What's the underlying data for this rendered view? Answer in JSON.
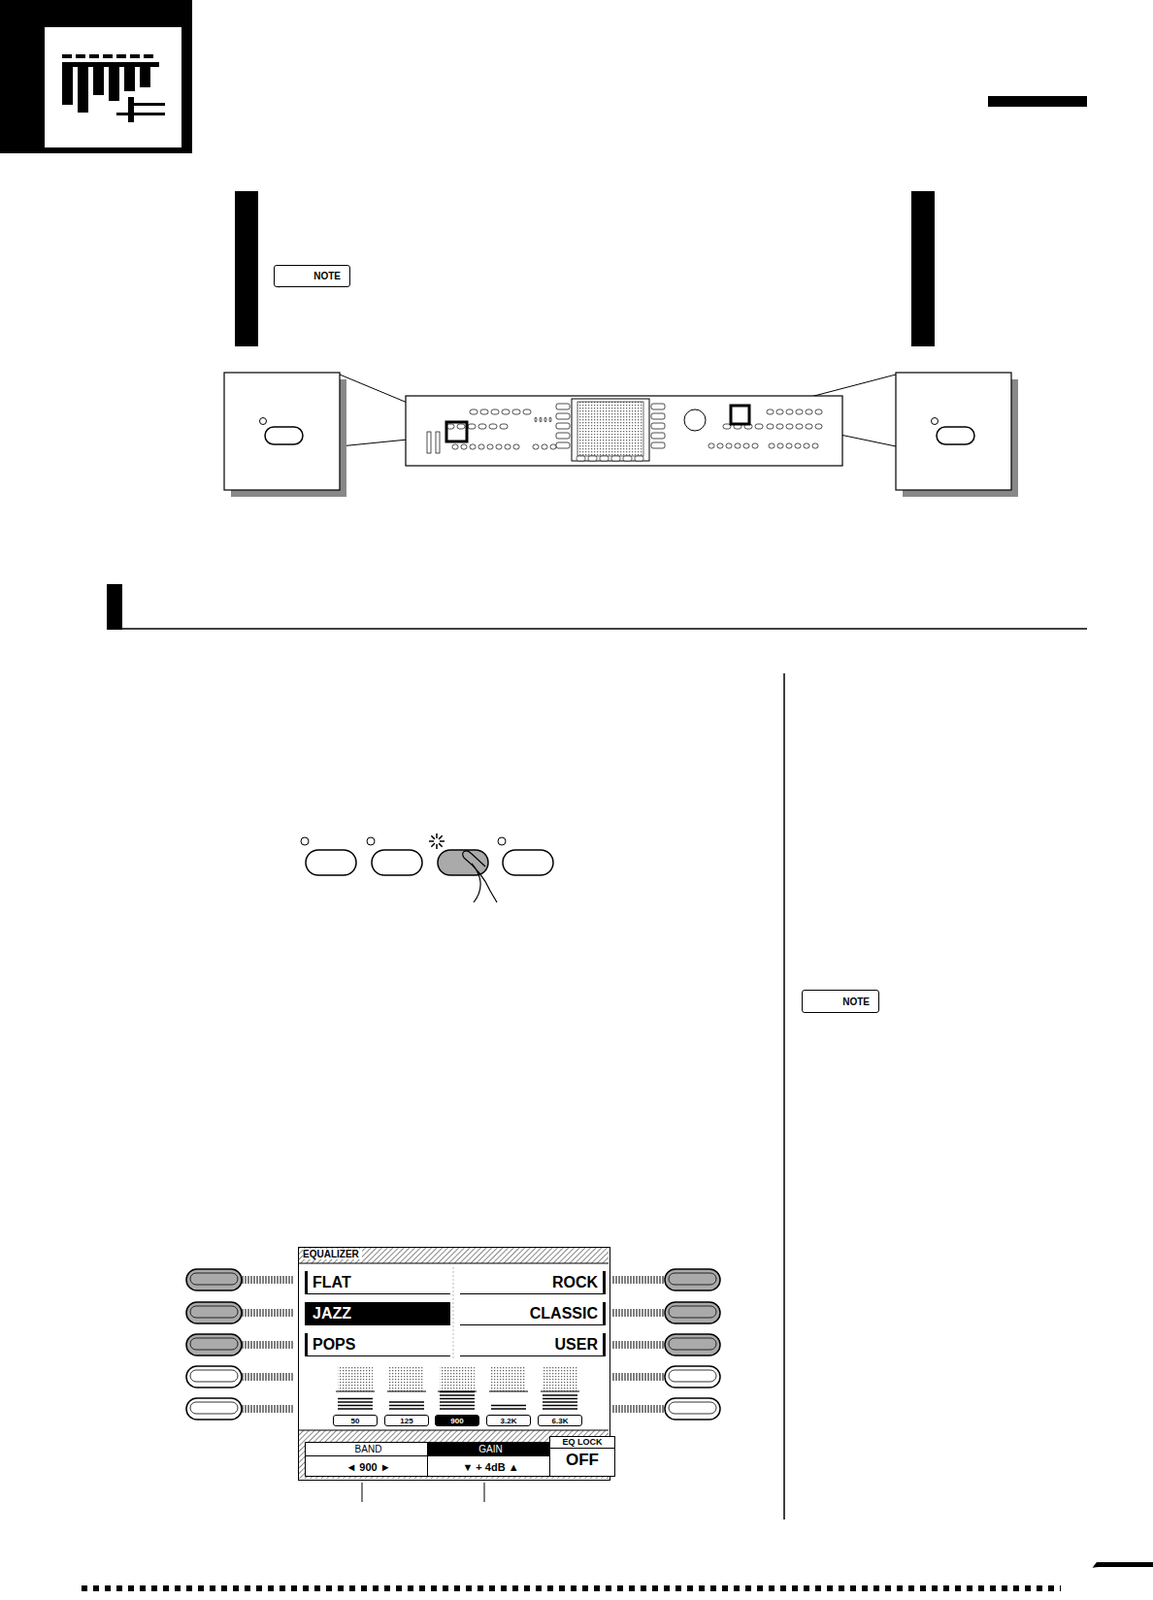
{
  "diagram": {
    "nodes": [
      {
        "text": [
          "NOTE"
        ]
      },
      {
        "text": [
          "NOTE"
        ]
      },
      {
        "text": [
          "EQUALIZER"
        ]
      },
      {
        "text": [
          "FLAT"
        ],
        "in": 2
      },
      {
        "text": [
          "ROCK"
        ],
        "in": 2
      },
      {
        "text": [
          "JAZZ"
        ],
        "in": 2
      },
      {
        "text": [
          "CLASSIC"
        ],
        "in": 2
      },
      {
        "text": [
          "POPS"
        ],
        "in": 2
      },
      {
        "text": [
          "USER"
        ],
        "in": 2
      },
      {
        "text": [
          "50"
        ],
        "in": 2
      },
      {
        "text": [
          "125"
        ],
        "in": 2
      },
      {
        "text": [
          "900"
        ],
        "in": 2
      },
      {
        "text": [
          "3.2K"
        ],
        "in": 2
      },
      {
        "text": [
          "6.3K"
        ],
        "in": 2
      },
      {
        "text": [
          "BAND",
          "◄ 900 ►"
        ],
        "in": 2
      },
      {
        "text": [
          "GAIN",
          "▼ + 4dB ▲"
        ],
        "in": 2
      },
      {
        "text": [
          "EQ LOCK",
          "OFF"
        ],
        "in": 2
      }
    ],
    "edges": []
  }
}
